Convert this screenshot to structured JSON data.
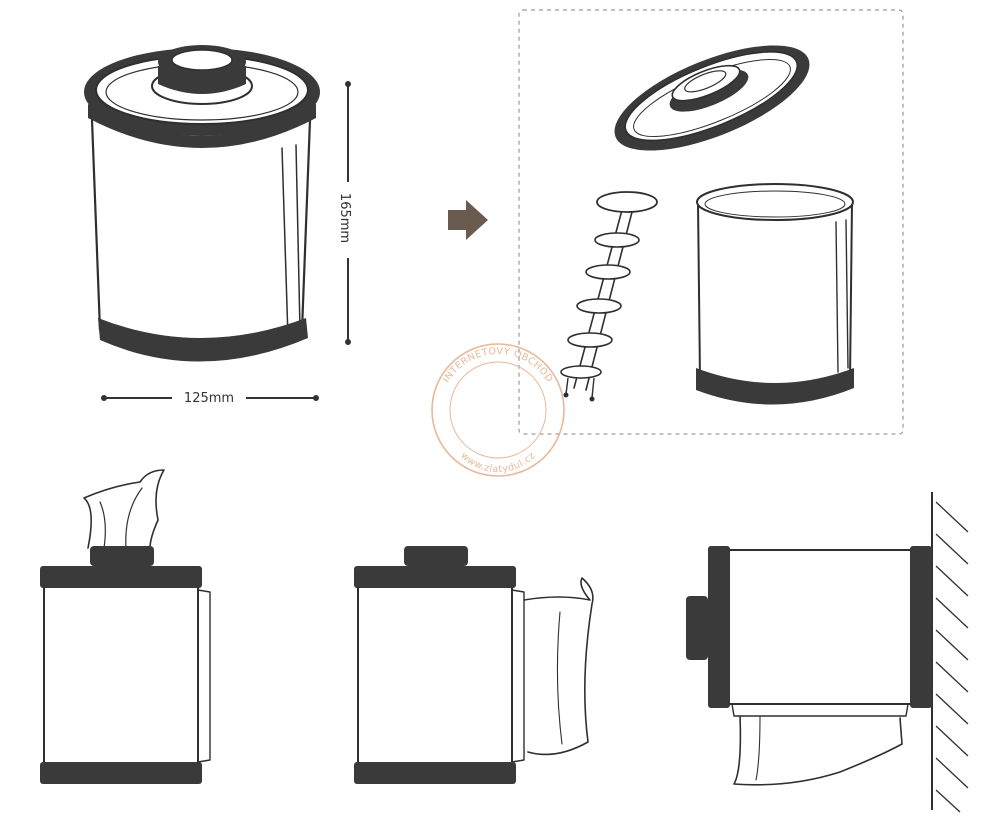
{
  "dimensions": {
    "height_label": "165mm",
    "width_label": "125mm"
  },
  "watermark": {
    "top_text": "INTERNETOVÝ OBCHOD",
    "bottom_text": "www.zlatydul.cz",
    "color": "#e8b89a"
  },
  "colors": {
    "ink": "#2f2f2f",
    "band": "#3a3a3a",
    "dashed_frame": "#9a9a9a",
    "arrow": "#6b5a4e"
  }
}
